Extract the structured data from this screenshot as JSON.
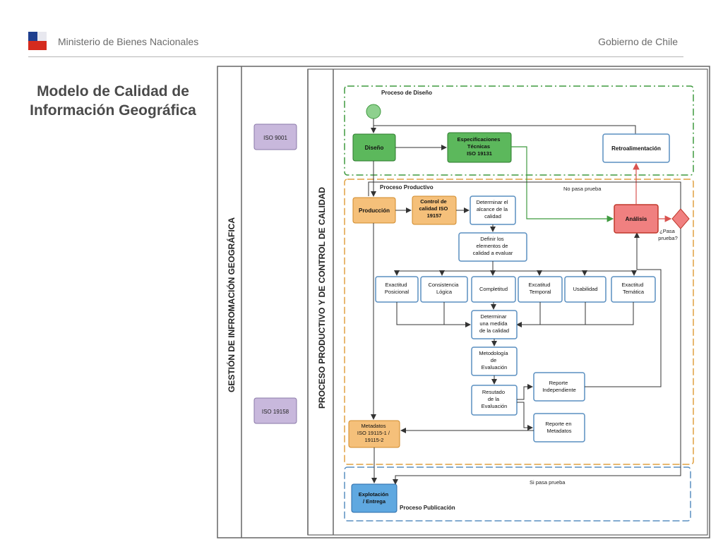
{
  "header": {
    "ministry": "Ministerio de Bienes Nacionales",
    "government": "Gobierno de Chile"
  },
  "title": {
    "line1": "Modelo de Calidad de",
    "line2": "Información Geográfica"
  },
  "lanes": {
    "outer": "GESTIÓN DE INFROMACIÓN GEOGRÁFICA",
    "inner": "PROCESO PRODUCTIVO Y DE CONTROL DE CALIDAD"
  },
  "regions": {
    "design": "Proceso de  Diseño",
    "production": "Proceso Productivo",
    "publication": "Proceso Publicación"
  },
  "iso": {
    "iso9001": "ISO 9001",
    "iso19158": "ISO 19158"
  },
  "nodes": {
    "diseno": "Diseño",
    "especificaciones": [
      "Especificaciones",
      "Técnicas",
      "ISO 19131"
    ],
    "retroalimentacion": "Retroalimentación",
    "produccion": "Producción",
    "control": [
      "Control de",
      "calidad ISO",
      "19157"
    ],
    "determinar_alcance": [
      "Determinar el",
      "alcance de la",
      "calidad"
    ],
    "definir": [
      "Definir los",
      "elementos de",
      "calidad a evaluar"
    ],
    "exactitud_posicional": [
      "Exactitud",
      "Posicional"
    ],
    "consistencia": [
      "Consistencia",
      "Lógica"
    ],
    "completitud": "Completitud",
    "excatitud_temporal": [
      "Excatitud",
      "Temporal"
    ],
    "usabilidad": "Usabilidad",
    "exactitud_tematica": [
      "Exactitud",
      "Temática"
    ],
    "determinar_medida": [
      "Determinar",
      "una medida",
      "de la calidad"
    ],
    "metodologia": [
      "Metodología",
      "de",
      "Evaluación"
    ],
    "resultado": [
      "Resutado",
      "de la",
      "Evaluación"
    ],
    "reporte_independiente": [
      "Reporte",
      "Independiente"
    ],
    "reporte_metadatos": [
      "Reporte en",
      "Metadatos"
    ],
    "metadatos": [
      "Metadatos",
      "ISO 19115-1 /",
      "19115-2"
    ],
    "analisis": "Análisis",
    "pasa_prueba": [
      "¿Pasa",
      "prueba?"
    ],
    "explotacion": [
      "Explotación",
      "/ Entrega"
    ]
  },
  "labels": {
    "no_pasa": "No pasa prueba",
    "si_pasa": "Si pasa prueba"
  }
}
